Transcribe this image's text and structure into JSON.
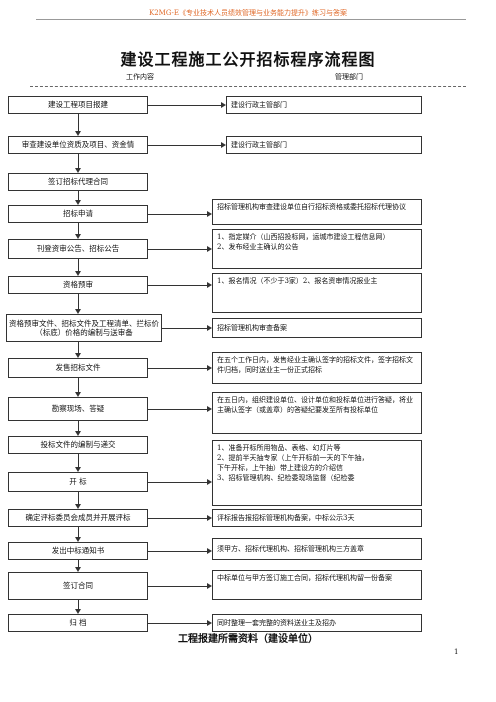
{
  "header_text": "K2MG-E《专业技术人员绩效管理与业务能力提升》练习与答案",
  "title": "建设工程施工公开招标程序流程图",
  "col_left": "工作内容",
  "col_right": "管理部门",
  "steps": [
    {
      "label": "建设工程项目报建",
      "dept": [
        "建设行政主管部门"
      ]
    },
    {
      "label": "审查建设单位资质及项目、资金情",
      "dept": [
        "建设行政主管部门"
      ]
    },
    {
      "label": "签订招标代理合同",
      "dept": []
    },
    {
      "label": "招标申请",
      "dept": [
        "招标管理机构审查建设单位自行招标资格或委托招标代理协议"
      ]
    },
    {
      "label": "刊登资审公告、招标公告",
      "dept": [
        "1、指定媒介（山西招投标网，运城市建设工程信息网）",
        "2、发布经业主确认的公告"
      ]
    },
    {
      "label": "资格预审",
      "dept": [
        "1、报名情况（不少于3家）2、报名资审情况报业主"
      ]
    },
    {
      "label": "资格预审文件、招标文件及工程清单、拦标价（标底）价格的编制与送审备",
      "dept": [
        "招标管理机构审查备案"
      ]
    },
    {
      "label": "发售招标文件",
      "dept": [
        "在五个工作日内，发售经业主确认签字的招标文件，签字招标文件归档，同时送业主一份正式招标"
      ]
    },
    {
      "label": "勘察现场、答疑",
      "dept": [
        "在五日内，组织建设单位、设计单位和投标单位进行答疑，将业主确认签字（或盖章）的答疑纪要发至所有投标单位"
      ]
    },
    {
      "label": "投标文件的编制与递交",
      "dept": []
    },
    {
      "label": "开    标",
      "dept": [
        "1、准备开标所用物品、表格、幻灯片等",
        "2、提前半天抽专家（上午开标前一天的下午抽，",
        "下午开标，上午抽）带上建设方的介绍信",
        "3、招标管理机构、纪检委现场监督（纪检委"
      ]
    },
    {
      "label": "确定评标委员会成员并开展评标",
      "dept": [
        "评标报告报招标管理机构备案，中标公示3天"
      ]
    },
    {
      "label": "发出中标通知书",
      "dept": [
        "须甲方、招标代理机构、招标管理机构三方盖章"
      ]
    },
    {
      "label": "签订合同",
      "dept": [
        "中标单位与甲方签订施工合同，招标代理机构留一份备案"
      ]
    },
    {
      "label": "归    档",
      "dept": [
        "同时整理一套完整的资料送业主及招办"
      ]
    }
  ],
  "footer_title": "工程报建所需资料（建设单位）",
  "page_number": "1"
}
